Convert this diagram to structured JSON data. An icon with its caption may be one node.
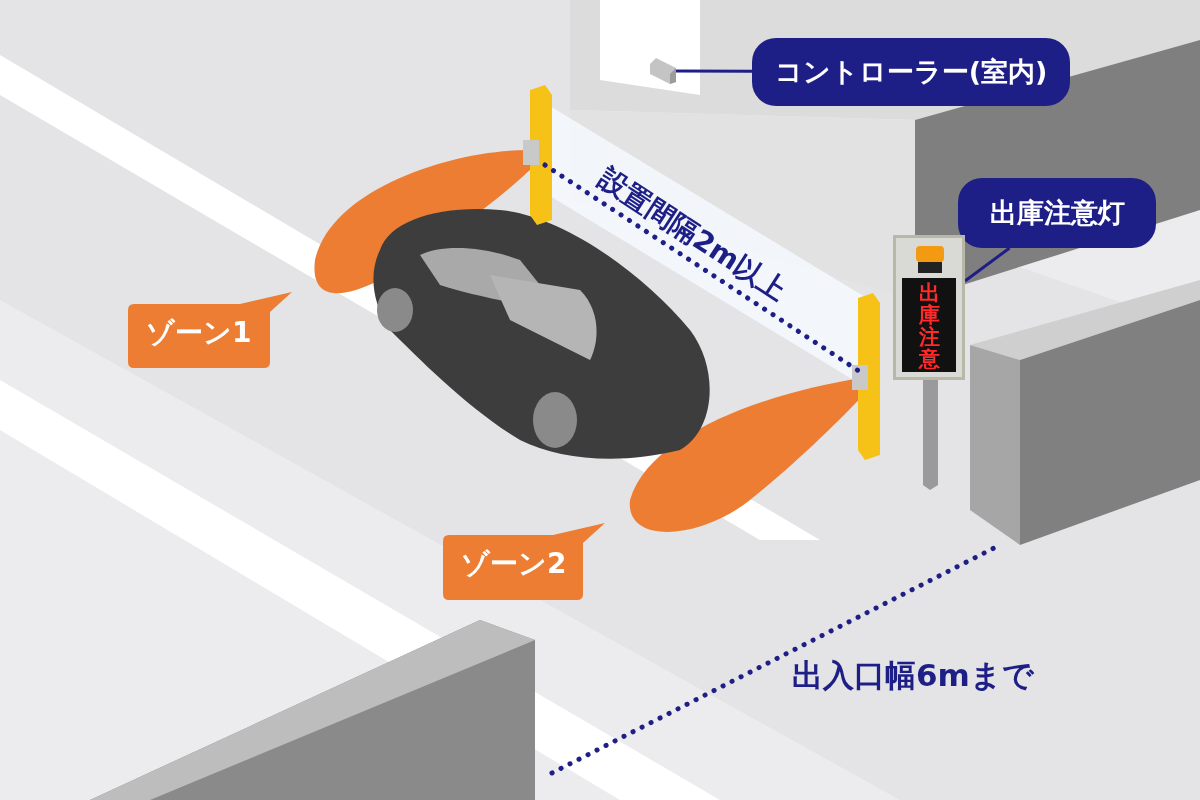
{
  "diagram": {
    "nodes": [
      {
        "text": [
          "コントローラー(室内)"
        ]
      },
      {
        "text": [],
        "shape": "box"
      },
      {
        "text": [
          "出庫注意灯"
        ]
      },
      {
        "text": [
          "出庫注意"
        ]
      },
      {
        "text": [
          "ゾーン1"
        ]
      },
      {
        "text": [
          "ゾーン2"
        ]
      }
    ],
    "edges": [
      {
        "from": 0,
        "to": 1,
        "arrow": "none"
      },
      {
        "from": 2,
        "to": 3,
        "arrow": "none"
      }
    ],
    "labels": [
      "設置間隔2m以上",
      "出入口幅6mまで"
    ]
  }
}
